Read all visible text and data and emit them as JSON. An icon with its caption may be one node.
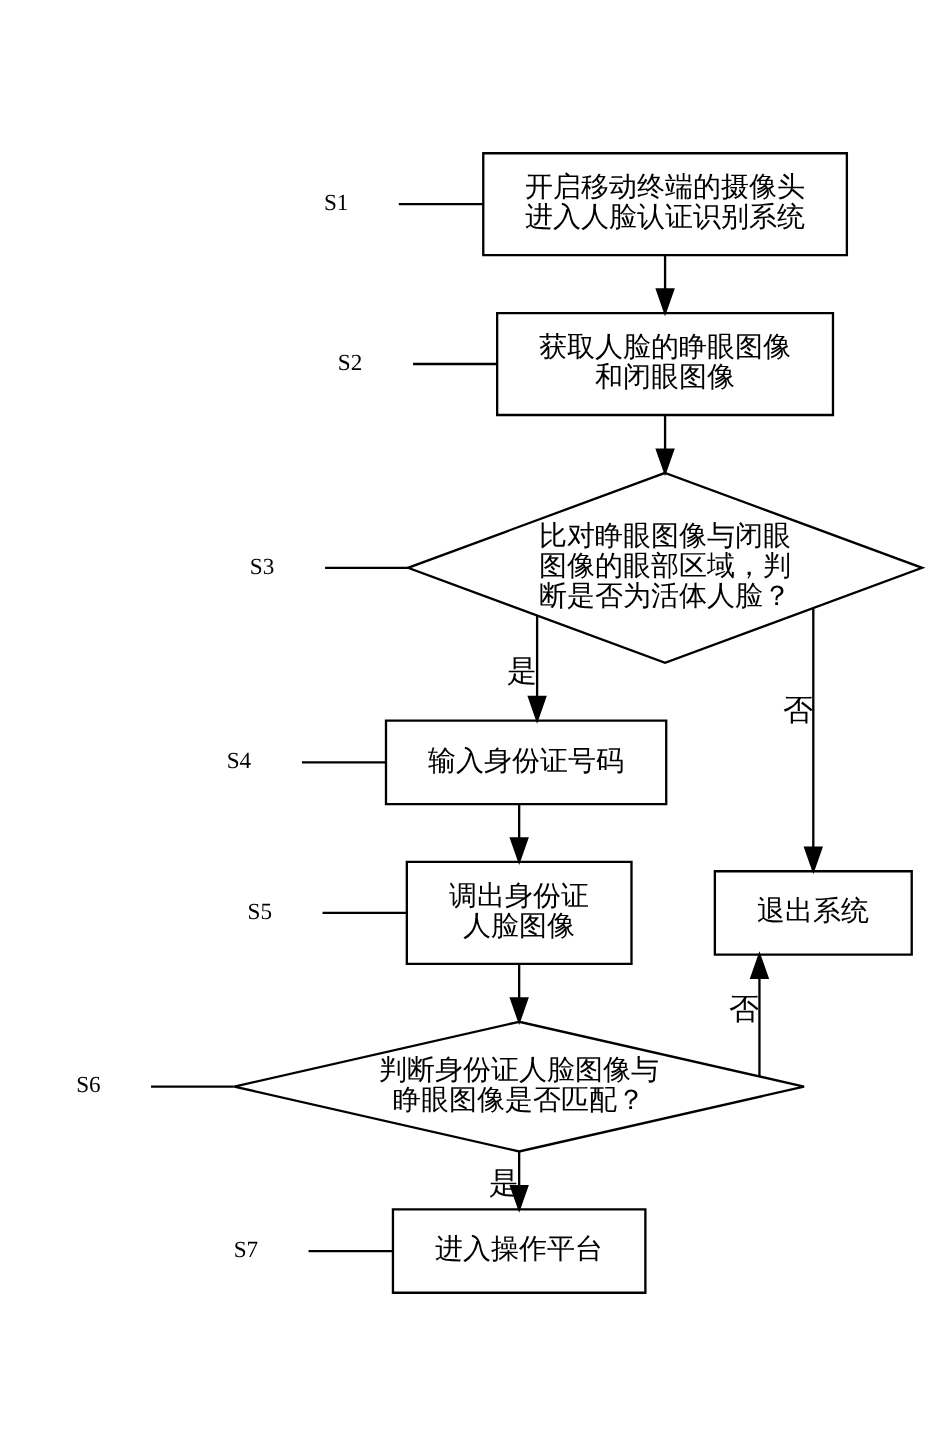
{
  "diagram": {
    "nodes": [
      {
        "text": [
          "S1"
        ]
      },
      {
        "text": [
          "开启移动终端的摄像头进入人脸认证识别系统"
        ]
      },
      {
        "text": [
          "S2"
        ]
      },
      {
        "text": [
          "获取人脸的睁眼图像和闭眼图像"
        ]
      },
      {
        "text": [
          "S3"
        ]
      },
      {
        "text": [
          "比对睁眼图像与闭眼图像的眼部区域，判断是否为活体人脸？"
        ]
      },
      {
        "text": [
          "S4"
        ]
      },
      {
        "text": [
          "输入身份证号码"
        ]
      },
      {
        "text": [
          "S5"
        ]
      },
      {
        "text": [
          "调出身份证人脸图像"
        ]
      },
      {
        "text": [
          "退出系统"
        ]
      },
      {
        "text": [
          "S6"
        ]
      },
      {
        "text": [
          "判断身份证人脸图像与睁眼图像是否匹配？"
        ]
      },
      {
        "text": [
          "S7"
        ]
      },
      {
        "text": [
          "进入操作平台"
        ]
      }
    ],
    "edges": [
      {
        "from": 1,
        "to": 3,
        "arrow": "to"
      },
      {
        "from": 3,
        "to": 5,
        "arrow": "to"
      },
      {
        "from": 5,
        "to": 7,
        "arrow": "to",
        "label": "是"
      },
      {
        "from": 5,
        "to": 10,
        "arrow": "to",
        "label": "否"
      },
      {
        "from": 7,
        "to": 9,
        "arrow": "to"
      },
      {
        "from": 9,
        "to": 12,
        "arrow": "to"
      },
      {
        "from": 12,
        "to": 14,
        "arrow": "to",
        "label": "是"
      },
      {
        "from": 12,
        "to": 10,
        "arrow": "to",
        "label": "否"
      },
      {
        "from": 0,
        "to": 1,
        "arrow": "none"
      },
      {
        "from": 2,
        "to": 3,
        "arrow": "none"
      },
      {
        "from": 4,
        "to": 5,
        "arrow": "none"
      },
      {
        "from": 6,
        "to": 7,
        "arrow": "none"
      },
      {
        "from": 8,
        "to": 9,
        "arrow": "none"
      },
      {
        "from": 11,
        "to": 12,
        "arrow": "none"
      },
      {
        "from": 13,
        "to": 14,
        "arrow": "none"
      }
    ]
  }
}
